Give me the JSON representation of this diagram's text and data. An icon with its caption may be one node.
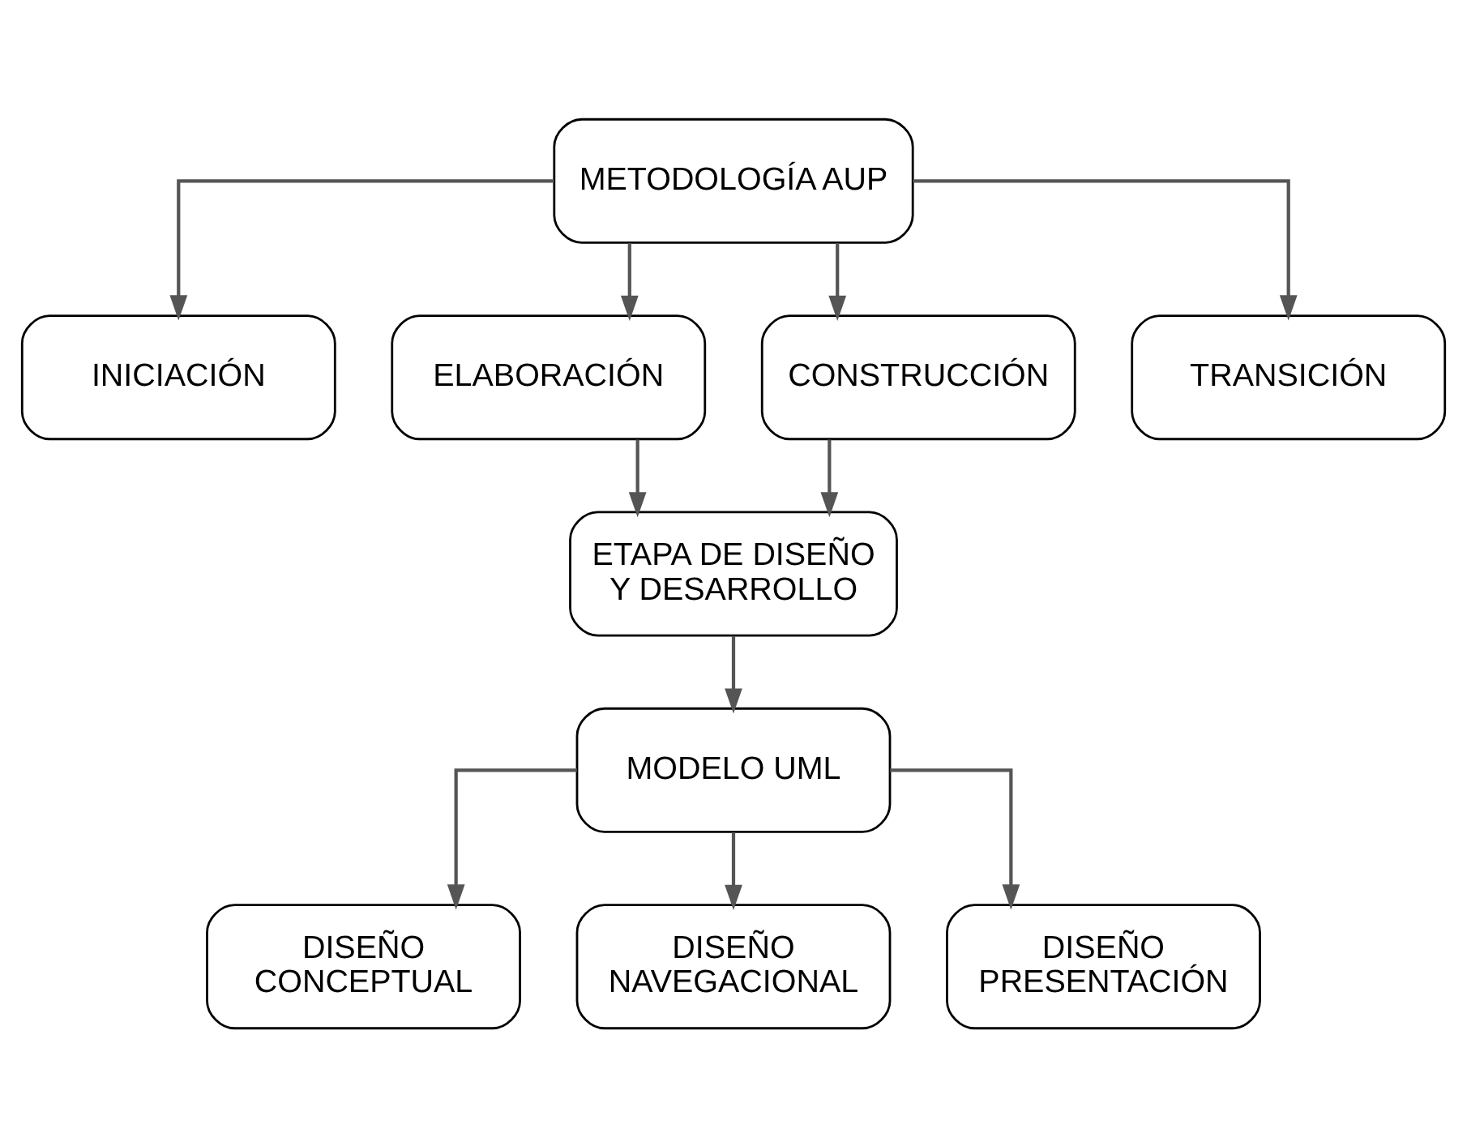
{
  "diagram": {
    "nodes": [
      {
        "text": [
          "METODOLOGÍA AUP"
        ]
      },
      {
        "text": [
          "INICIACIÓN"
        ]
      },
      {
        "text": [
          "ELABORACIÓN"
        ]
      },
      {
        "text": [
          "CONSTRUCCIÓN"
        ]
      },
      {
        "text": [
          "TRANSICIÓN"
        ]
      },
      {
        "text": [
          "ETAPA DE DISEÑO Y DESARROLLO"
        ]
      },
      {
        "text": [
          "MODELO UML"
        ]
      },
      {
        "text": [
          "DISEÑO CONCEPTUAL"
        ]
      },
      {
        "text": [
          "DISEÑO NAVEGACIONAL"
        ]
      },
      {
        "text": [
          "DISEÑO PRESENTACIÓN"
        ]
      }
    ],
    "edges": [
      {
        "from": 0,
        "to": 1,
        "arrow": "to"
      },
      {
        "from": 0,
        "to": 2,
        "arrow": "to"
      },
      {
        "from": 0,
        "to": 3,
        "arrow": "to"
      },
      {
        "from": 0,
        "to": 4,
        "arrow": "to"
      },
      {
        "from": 2,
        "to": 5,
        "arrow": "to"
      },
      {
        "from": 3,
        "to": 5,
        "arrow": "to"
      },
      {
        "from": 5,
        "to": 6,
        "arrow": "to"
      },
      {
        "from": 6,
        "to": 7,
        "arrow": "to"
      },
      {
        "from": 6,
        "to": 8,
        "arrow": "to"
      },
      {
        "from": 6,
        "to": 9,
        "arrow": "to"
      }
    ]
  }
}
